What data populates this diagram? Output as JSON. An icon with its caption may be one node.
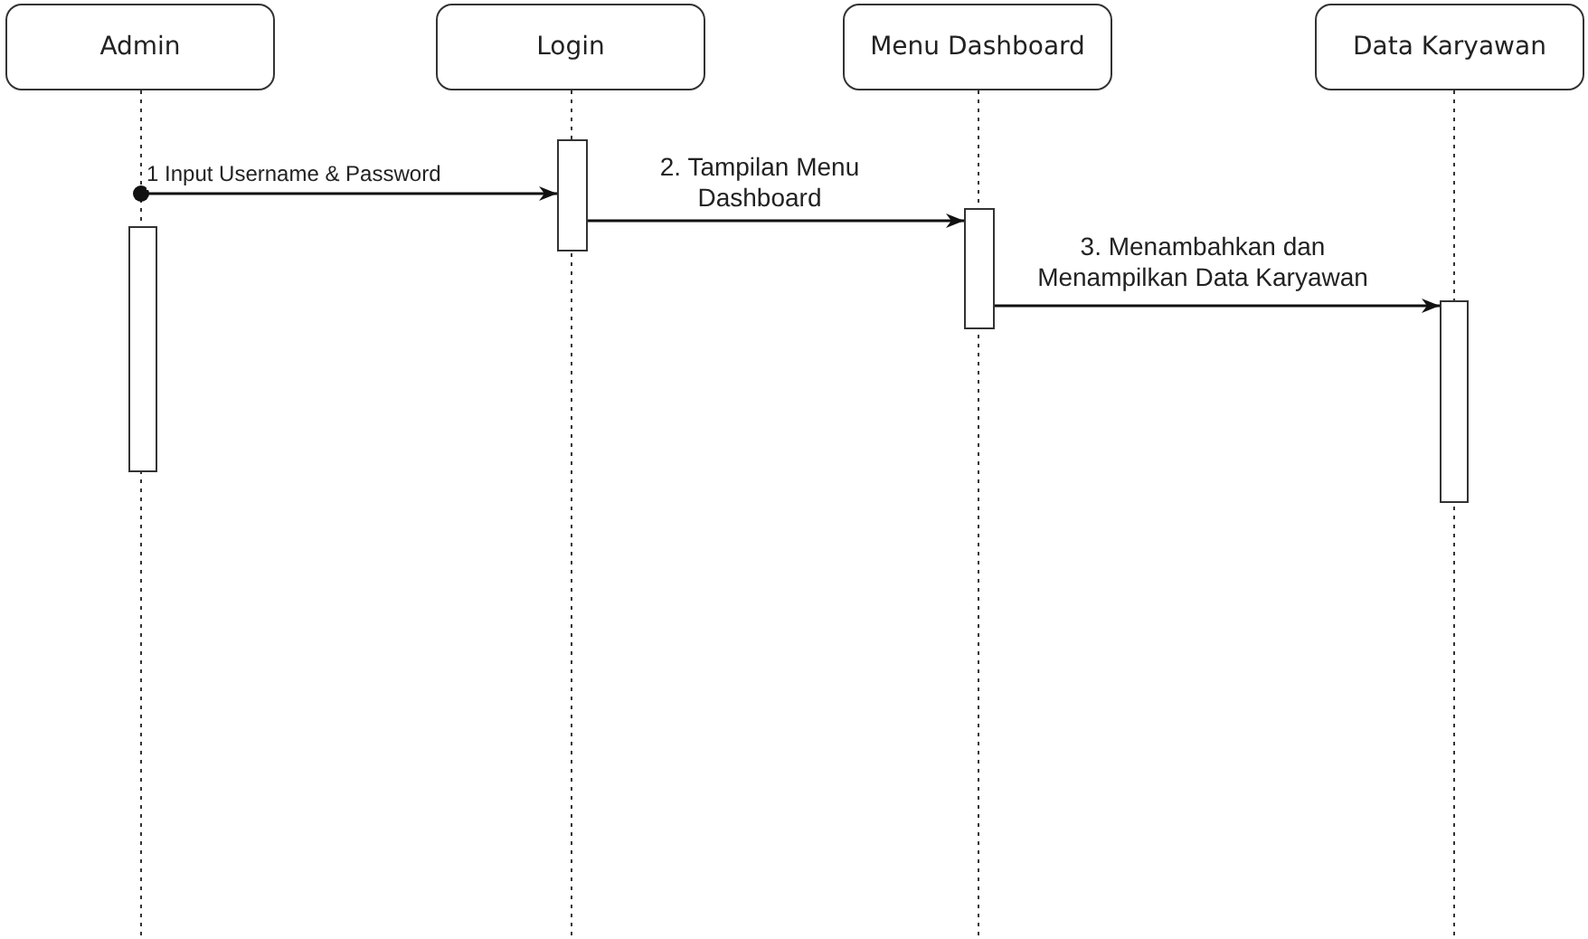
{
  "diagram": {
    "nodes": [
      {
        "text": [
          "Admin"
        ]
      },
      {
        "text": [
          "Login"
        ]
      },
      {
        "text": [
          "Menu Dashboard"
        ]
      },
      {
        "text": [
          "Data Karyawan"
        ]
      },
      {
        "text": [],
        "shape": "bar"
      },
      {
        "text": [],
        "shape": "bar"
      },
      {
        "text": [],
        "shape": "bar"
      },
      {
        "text": [],
        "shape": "bar"
      }
    ],
    "edges": [
      {
        "from": null,
        "to": 5,
        "arrow": "to",
        "label": "1 Input Username & Password"
      },
      {
        "from": 5,
        "to": 6,
        "arrow": "to",
        "label": "2. Tampilan Menu Dashboard"
      },
      {
        "from": 6,
        "to": 7,
        "arrow": "to",
        "label": "3. Menambahkan dan Menampilkan Data Karyawan"
      }
    ]
  }
}
